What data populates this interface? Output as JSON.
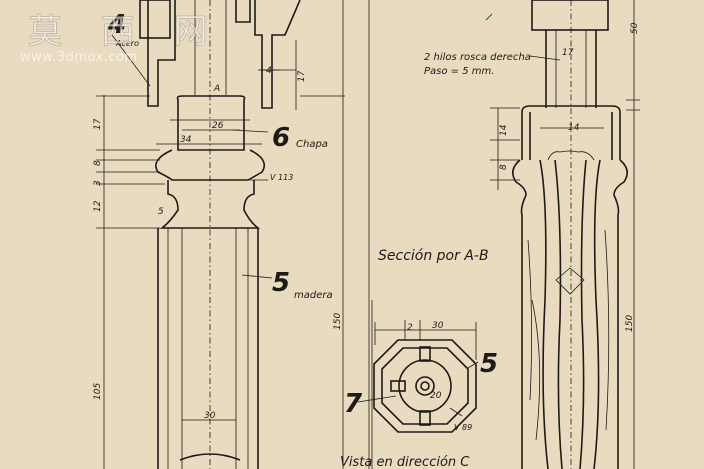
{
  "watermark": {
    "cn": "莫 西 网",
    "url": "www.3dmox.com"
  },
  "parts": {
    "p4": {
      "num": "4",
      "material": "Acero"
    },
    "p6": {
      "num": "6",
      "material": "Chapa"
    },
    "p5": {
      "num": "5",
      "material": "madera"
    },
    "p5b": {
      "num": "5"
    },
    "p7": {
      "num": "7"
    }
  },
  "notes": {
    "thread_line1": "2 hilos rosca derecha",
    "thread_line2": "Paso = 5 mm.",
    "section": "Sección por A-B",
    "view": "Vista en dirección C"
  },
  "markers": {
    "a": "A",
    "v113": "V 113",
    "v89": "V 89",
    "r5": "5"
  },
  "dims_left": {
    "d17": "17",
    "d8": "8",
    "d3": "3",
    "d12": "12",
    "d105": "105",
    "w26": "26",
    "w34": "34",
    "w30": "30",
    "d4": "4",
    "d17b": "17"
  },
  "dims_center": {
    "d150": "150",
    "w2": "2",
    "w30": "30",
    "d20": "20"
  },
  "dims_right": {
    "d50": "50",
    "w17": "17",
    "d14": "14",
    "d8": "8",
    "w14": "14",
    "d150": "150"
  }
}
